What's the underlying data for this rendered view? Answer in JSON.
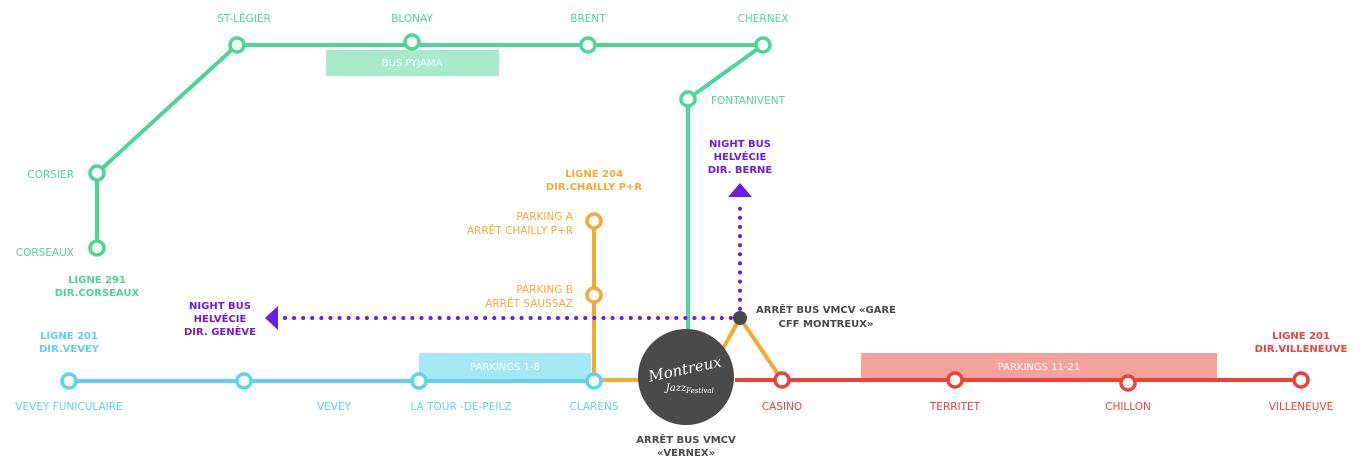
{
  "colors": {
    "green": "#4dd596",
    "green_bar": "#a8ebca",
    "blue": "#5cd2ee",
    "blue_bar": "#a7e8f5",
    "orange": "#f5a933",
    "red": "#e9423d",
    "red_bar": "#f2a19b",
    "purple": "#6a1de6",
    "dark": "#4a4a4a"
  },
  "green_line": {
    "stations": [
      "CORSEAUX",
      "CORSIER",
      "ST-LÉGIER",
      "BLONAY",
      "BRENT",
      "CHERNEX",
      "FONTANIVENT"
    ],
    "bar_label": "BUS PYJAMA",
    "terminus": [
      "LIGNE 291",
      "DIR.CORSEAUX"
    ]
  },
  "blue_line": {
    "stations": [
      "VEVEY FUNICULAIRE",
      "VEVEY",
      "LA TOUR -DE-PEILZ",
      "CLARENS"
    ],
    "bar_label": "PARKINGS 1-8",
    "terminus": [
      "LIGNE 201",
      "DIR.VEVEY"
    ]
  },
  "orange_line": {
    "stops": [
      [
        "PARKING A",
        "ARRÊT CHAILLY P+R"
      ],
      [
        "PARKING B",
        "ARRÊT SAUSSAZ"
      ]
    ],
    "terminus": [
      "LIGNE 204",
      "DIR.CHAILLY P+R"
    ]
  },
  "red_line": {
    "stations": [
      "CASINO",
      "TERRITET",
      "CHILLON",
      "VILLENEUVE"
    ],
    "bar_label": "PARKINGS 11-21",
    "terminus": [
      "LIGNE 201",
      "DIR.VILLENEUVE"
    ]
  },
  "night_bus": {
    "west": [
      "NIGHT BUS",
      "HELVÉCIE",
      "DIR. GENÈVE"
    ],
    "north": [
      "NIGHT BUS",
      "HELVÉCIE",
      "DIR. BERNE"
    ]
  },
  "hubs": {
    "gare": [
      "ARRÊT BUS VMCV «GARE",
      "CFF MONTREUX»"
    ],
    "vernex": [
      "ARRÊT BUS VMCV",
      "«VERNEX»"
    ]
  },
  "logo_text": [
    "Montreux",
    "Jazz",
    "Festival"
  ]
}
